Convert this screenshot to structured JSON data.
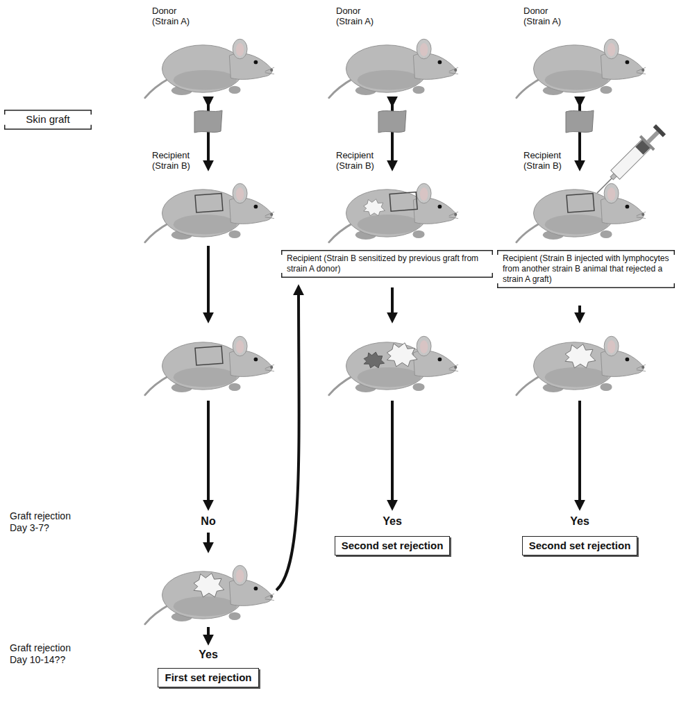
{
  "diagram": {
    "nodes": [
      {
        "text": [
          "Donor (Strain A)"
        ]
      },
      {
        "text": [
          "Donor (Strain A)"
        ]
      },
      {
        "text": [
          "Donor (Strain A)"
        ]
      },
      {
        "text": [
          "Skin graft"
        ]
      },
      {
        "text": [
          "Recipient (Strain B)"
        ]
      },
      {
        "text": [
          "Recipient (Strain B)"
        ]
      },
      {
        "text": [
          "Recipient (Strain B)"
        ]
      },
      {
        "text": [
          "Recipient (Strain B sensitized by previous graft from strain A donor)"
        ]
      },
      {
        "text": [
          "Recipient (Strain B injected with lymphocytes from another strain B animal that rejected a strain A graft)"
        ]
      },
      {
        "text": [
          "Second set rejection"
        ]
      },
      {
        "text": [
          "Second set rejection"
        ]
      },
      {
        "text": [
          "First set rejection"
        ]
      }
    ],
    "edges": [
      {
        "from": 0,
        "to": 4,
        "arrow": "to"
      },
      {
        "from": 1,
        "to": 5,
        "arrow": "to"
      },
      {
        "from": 2,
        "to": 6,
        "arrow": "to"
      }
    ],
    "labels": [
      "Graft rejection Day 3-7?",
      "No",
      "Yes",
      "Yes",
      "Graft rejection Day 10-14??",
      "Yes"
    ]
  }
}
